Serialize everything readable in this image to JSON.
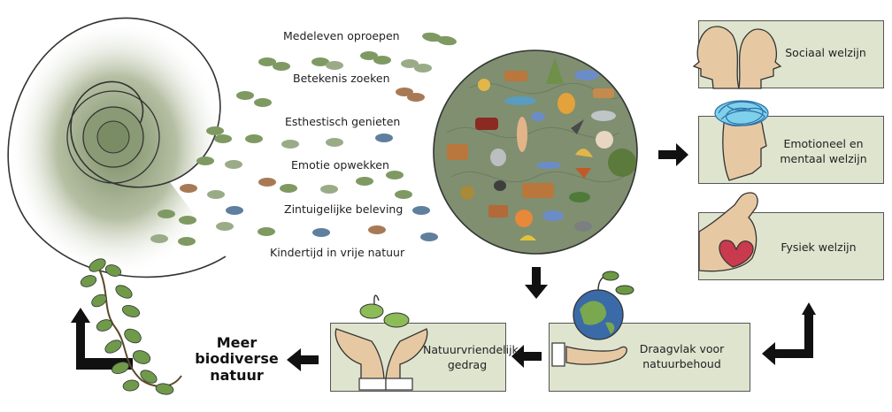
{
  "pathways": [
    "Medeleven oproepen",
    "Betekenis zoeken",
    "Esthestisch genieten",
    "Emotie opwekken",
    "Zintuigelijke beleving",
    "Kindertijd in vrije natuur"
  ],
  "wellbeing": {
    "social": "Sociaal welzijn",
    "emotional": "Emotioneel en mentaal welzijn",
    "physical": "Fysiek welzijn"
  },
  "outcomes": {
    "support_line1": "Draagvlak voor",
    "support_line2": "natuurbehoud",
    "behavior_line1": "Natuurvriendelijk",
    "behavior_line2": "gedrag",
    "biodiverse_line1": "Meer",
    "biodiverse_line2": "biodiverse",
    "biodiverse_line3": "natuur"
  },
  "colors": {
    "box_fill": "#dfe4cf",
    "spiral_fill": "#8c9c7a",
    "circle_fill": "#7f8f70",
    "footprint_green": "#7e9a62",
    "footprint_brown": "#a77a55",
    "footprint_blue": "#5f7f9e",
    "heart": "#c93a4e"
  },
  "icons": [
    "spiral-icon",
    "footprints-icon",
    "biodiversity-circle-icon",
    "faces-icon",
    "head-scribble-icon",
    "muscle-arm-icon",
    "globe-hand-icon",
    "hands-plant-icon",
    "vine-icon",
    "arrow-icon"
  ]
}
